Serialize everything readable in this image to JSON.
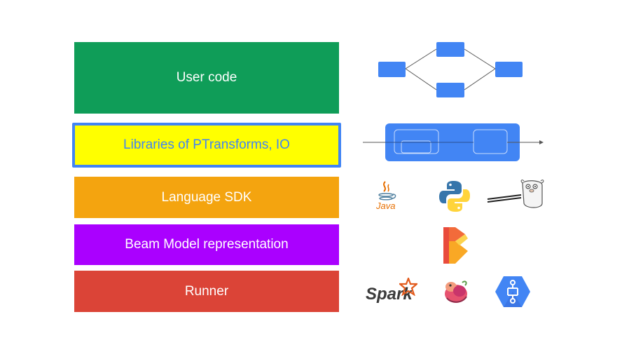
{
  "layers": {
    "user_code": "User code",
    "libraries": "Libraries of PTransforms, IO",
    "language_sdk": "Language SDK",
    "beam_model": "Beam Model representation",
    "runner": "Runner"
  },
  "logos": {
    "java_label": "Java",
    "spark_label": "Spark"
  },
  "colors": {
    "user_code": "#0f9d58",
    "libraries": "#ffff00",
    "libraries_border": "#4285f4",
    "language_sdk": "#f4a40f",
    "beam_model": "#aa00ff",
    "runner": "#db4437",
    "pipeline_node": "#4285f4"
  }
}
